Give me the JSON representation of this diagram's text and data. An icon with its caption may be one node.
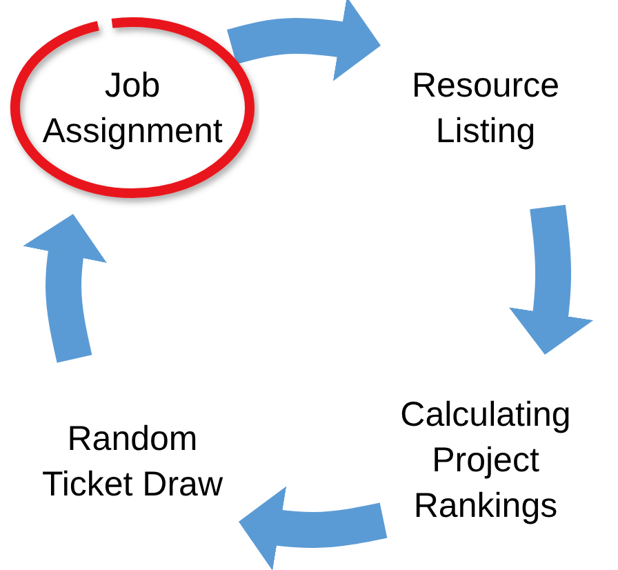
{
  "diagram": {
    "nodes": [
      {
        "text": [
          "Job Assignment"
        ]
      },
      {
        "text": [
          "Resource Listing"
        ]
      },
      {
        "text": [
          "Calculating Project Rankings"
        ]
      },
      {
        "text": [
          "Random Ticket Draw"
        ]
      }
    ],
    "edges": [
      {
        "from": 0,
        "to": 1,
        "arrow": "to"
      },
      {
        "from": 1,
        "to": 2,
        "arrow": "to"
      },
      {
        "from": 2,
        "to": 3,
        "arrow": "to"
      },
      {
        "from": 3,
        "to": 0,
        "arrow": "to"
      }
    ]
  }
}
